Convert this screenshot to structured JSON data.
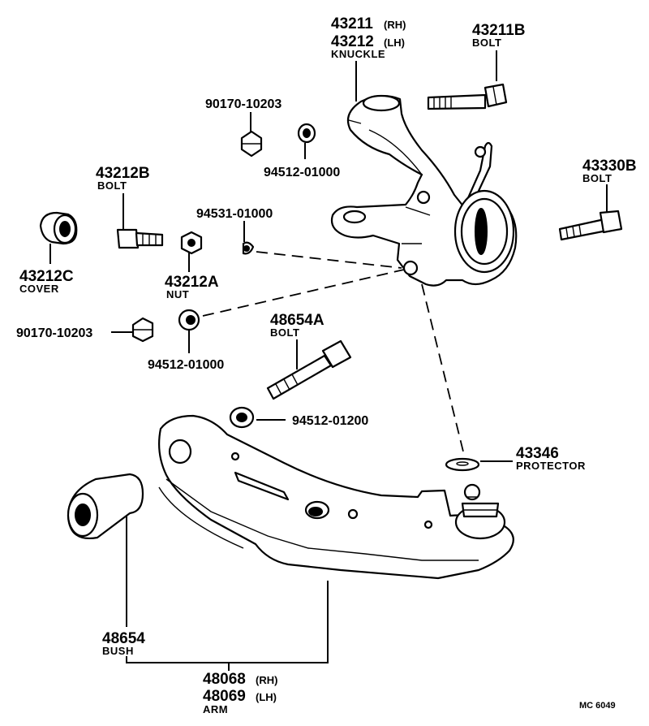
{
  "diagram": {
    "reference_code": "MC 6049",
    "parts": [
      {
        "key": "knuckle",
        "numbers": [
          "43211",
          "43212"
        ],
        "sides": [
          "(RH)",
          "(LH)"
        ],
        "name": "KNUCKLE"
      },
      {
        "key": "knuckle_bolt",
        "numbers": [
          "43211B"
        ],
        "name": "BOLT"
      },
      {
        "key": "nut_top",
        "numbers": [
          "90170-10203"
        ]
      },
      {
        "key": "washer_top",
        "numbers": [
          "94512-01000"
        ]
      },
      {
        "key": "bolt_43212b",
        "numbers": [
          "43212B"
        ],
        "name": "BOLT"
      },
      {
        "key": "pin",
        "numbers": [
          "94531-01000"
        ]
      },
      {
        "key": "bolt_43330b",
        "numbers": [
          "43330B"
        ],
        "name": "BOLT"
      },
      {
        "key": "cover",
        "numbers": [
          "43212C"
        ],
        "name": "COVER"
      },
      {
        "key": "nut_43212a",
        "numbers": [
          "43212A"
        ],
        "name": "NUT"
      },
      {
        "key": "nut_mid",
        "numbers": [
          "90170-10203"
        ]
      },
      {
        "key": "washer_mid",
        "numbers": [
          "94512-01000"
        ]
      },
      {
        "key": "bolt_48654a",
        "numbers": [
          "48654A"
        ],
        "name": "BOLT"
      },
      {
        "key": "washer_arm",
        "numbers": [
          "94512-01200"
        ]
      },
      {
        "key": "protector",
        "numbers": [
          "43346"
        ],
        "name": "PROTECTOR"
      },
      {
        "key": "bush",
        "numbers": [
          "48654"
        ],
        "name": "BUSH"
      },
      {
        "key": "arm",
        "numbers": [
          "48068",
          "48069"
        ],
        "sides": [
          "(RH)",
          "(LH)"
        ],
        "name": "ARM"
      }
    ]
  }
}
